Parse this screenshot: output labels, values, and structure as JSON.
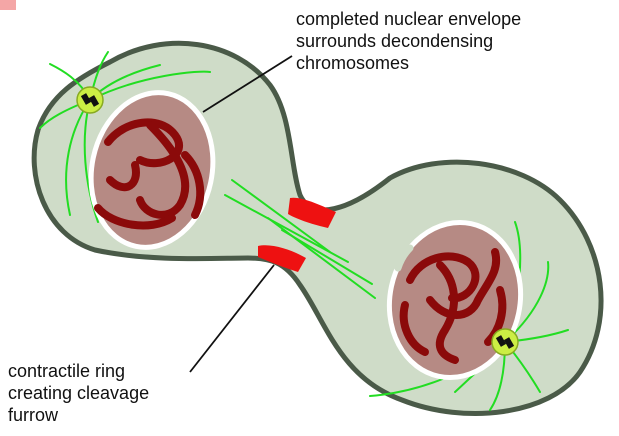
{
  "labels": {
    "nuclear_envelope": [
      "completed nuclear envelope",
      "surrounds decondensing",
      "chromosomes"
    ],
    "contractile_ring": [
      "contractile ring",
      "creating cleavage",
      "furrow"
    ]
  },
  "colors": {
    "cytoplasm": "#cfdcc8",
    "cell_outline": "#4a5a48",
    "nucleus_fill": "#b68a84",
    "chromosome": "#8b0a0a",
    "envelope": "#ffffff",
    "spindle": "#22dd22",
    "centrosome": "#ccee44",
    "contractile_ring": "#ee1111",
    "corner_marker": "#f4a6a6"
  }
}
